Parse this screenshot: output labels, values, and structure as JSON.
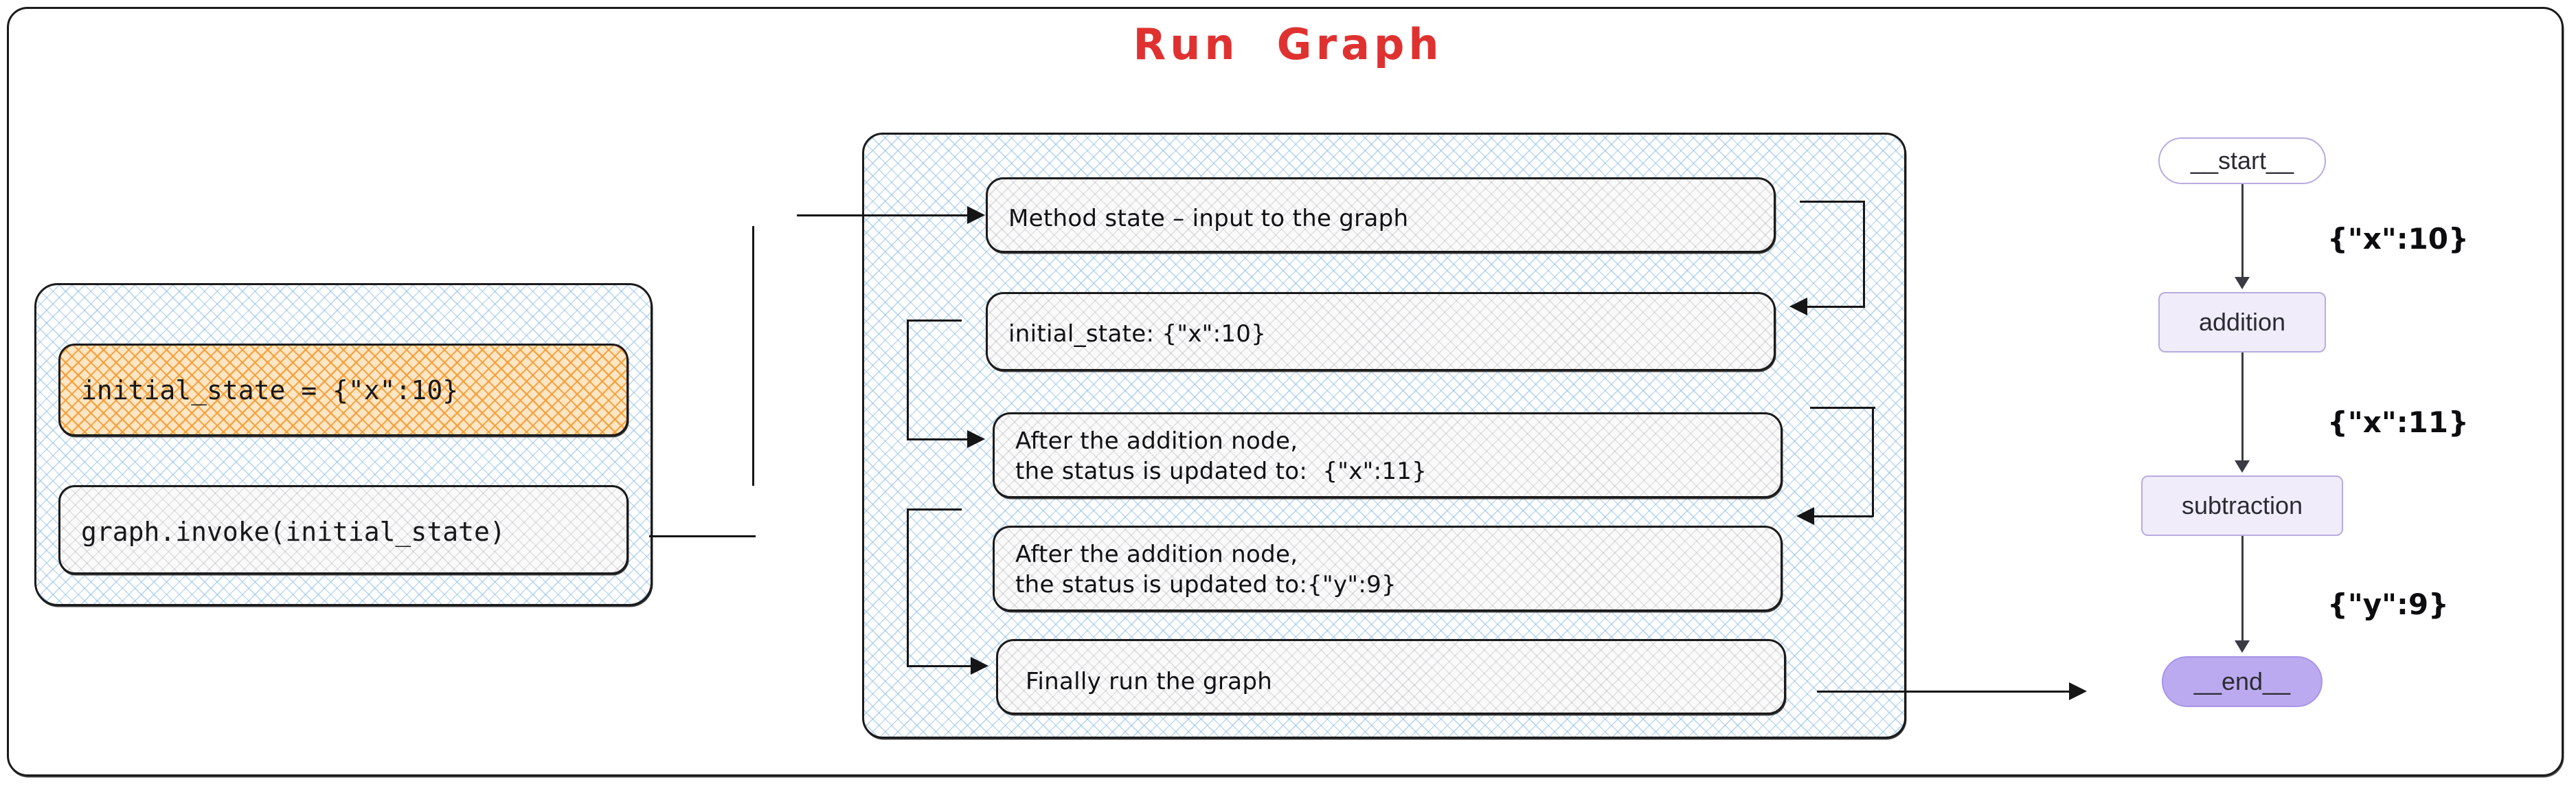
{
  "title": "Run  Graph",
  "theme": {
    "title_color": "#e03131",
    "ink_color": "#151515",
    "panel_hatch_color": "#8cbae4",
    "highlight_hatch_color": "#f49b30",
    "node_border_color": "#b9abdf",
    "node_fill_color": "#f0ecfa",
    "end_node_fill_color": "#bcaaf0"
  },
  "left_panel": {
    "name": "invocation-panel",
    "initial_state_code": "initial_state = {\"x\":10}",
    "invoke_code": "graph.invoke(initial_state)"
  },
  "center_panel": {
    "name": "execution-steps-panel",
    "steps": [
      {
        "id": "method-state",
        "line1": "Method state – input to the graph",
        "line2": ""
      },
      {
        "id": "initial-state",
        "line1": "initial_state: {\"x\":10}",
        "line2": ""
      },
      {
        "id": "after-addition-x",
        "line1": "After the addition node,",
        "line2": "the status is updated to:  {\"x\":11}"
      },
      {
        "id": "after-addition-y",
        "line1": "After the addition node,",
        "line2": "the status is updated to:{\"y\":9}"
      },
      {
        "id": "finally-run",
        "line1": "Finally run the graph",
        "line2": ""
      }
    ]
  },
  "flow_graph": {
    "name": "langgraph-flow",
    "nodes": [
      {
        "id": "start",
        "label": "__start__",
        "shape": "pill"
      },
      {
        "id": "addition",
        "label": "addition",
        "shape": "rect"
      },
      {
        "id": "subtraction",
        "label": "subtraction",
        "shape": "rect"
      },
      {
        "id": "end",
        "label": "__end__",
        "shape": "pill"
      }
    ],
    "edge_labels": [
      {
        "from": "start",
        "to": "addition",
        "label": "{\"x\":10}"
      },
      {
        "from": "addition",
        "to": "subtraction",
        "label": "{\"x\":11}"
      },
      {
        "from": "subtraction",
        "to": "end",
        "label": "{\"y\":9}"
      }
    ]
  }
}
